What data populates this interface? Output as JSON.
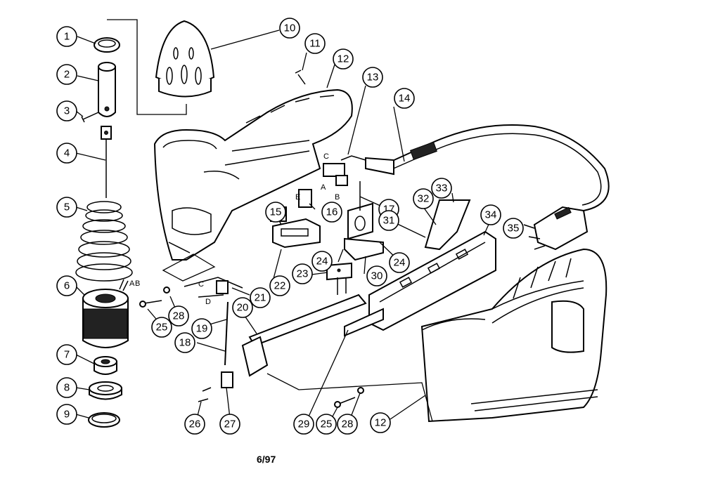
{
  "callouts": {
    "c1": "1",
    "c2": "2",
    "c3": "3",
    "c4": "4",
    "c5": "5",
    "c6": "6",
    "c7": "7",
    "c8": "8",
    "c9": "9",
    "c10": "10",
    "c11": "11",
    "c12a": "12",
    "c13": "13",
    "c14": "14",
    "c15": "15",
    "c16": "16",
    "c17": "17",
    "c18": "18",
    "c19": "19",
    "c20": "20",
    "c21": "21",
    "c22": "22",
    "c23": "23",
    "c24a": "24",
    "c24b": "24",
    "c25a": "25",
    "c25b": "25",
    "c26": "26",
    "c27": "27",
    "c28a": "28",
    "c28b": "28",
    "c29": "29",
    "c30": "30",
    "c31": "31",
    "c32": "32",
    "c33": "33",
    "c34": "34",
    "c35": "35",
    "c12b": "12"
  },
  "wire_letters": {
    "a1": "A",
    "b1": "B",
    "c1": "C",
    "d1": "D",
    "e1": "E",
    "a2": "A",
    "b2": "B",
    "c2": "C"
  },
  "footer_code": "6/97"
}
